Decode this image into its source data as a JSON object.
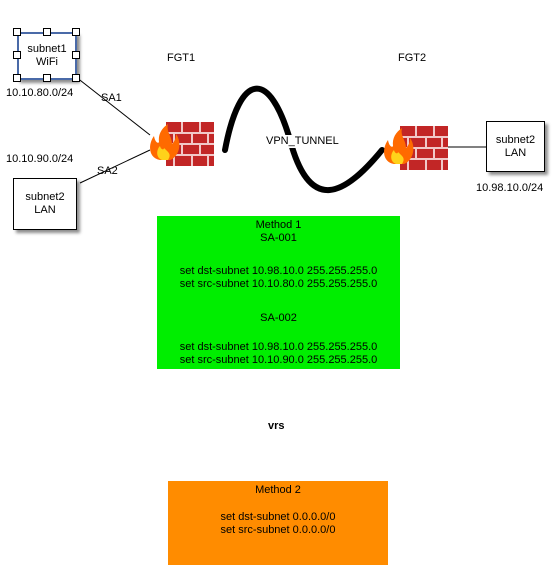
{
  "subnet1": {
    "line1": "subnet1",
    "line2": "WiFi",
    "ip": "10.10.80.0/24"
  },
  "subnet2_left": {
    "line1": "subnet2",
    "line2": "LAN",
    "ip": "10.10.90.0/24"
  },
  "subnet2_right": {
    "line1": "subnet2",
    "line2": "LAN",
    "ip": "10.98.10.0/24"
  },
  "links": {
    "sa1": "SA1",
    "sa2": "SA2"
  },
  "fgt1": {
    "label": "FGT1"
  },
  "fgt2": {
    "label": "FGT2"
  },
  "tunnel": {
    "label": "VPN_TUNNEL"
  },
  "method1": {
    "title": "Method 1",
    "sa1_name": "SA-001",
    "sa1_dst": "set dst-subnet 10.98.10.0 255.255.255.0",
    "sa1_src": "set src-subnet 10.10.80.0 255.255.255.0",
    "sa2_name": "SA-002",
    "sa2_dst": "set dst-subnet 10.98.10.0 255.255.255.0",
    "sa2_src": "set src-subnet 10.10.90.0 255.255.255.0",
    "color": "#00ee00"
  },
  "vrs": "vrs",
  "method2": {
    "title": "Method 2",
    "dst": "set dst-subnet 0.0.0.0/0",
    "src": "set src-subnet 0.0.0.0/0",
    "color": "#ff8c00"
  },
  "icons": {
    "firewall": "firewall-icon"
  }
}
